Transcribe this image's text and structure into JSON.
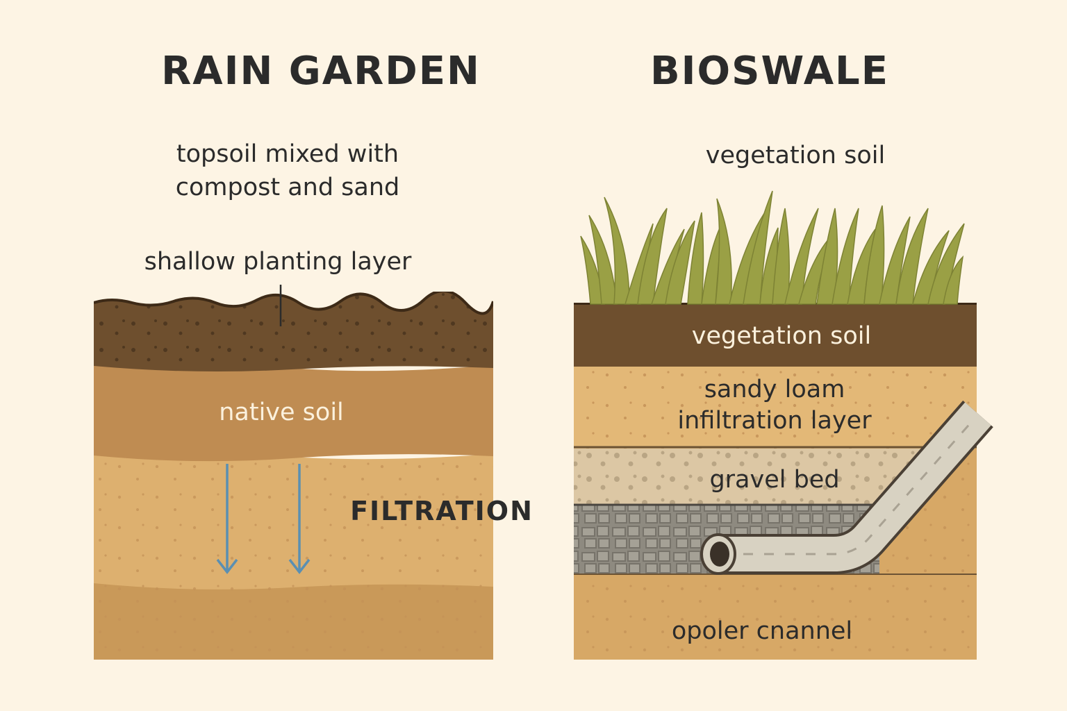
{
  "rain_garden": {
    "title": "RAIN GARDEN",
    "topsoil_label_line1": "topsoil mixed with",
    "topsoil_label_line2": "compost and sand",
    "planting_layer_label": "shallow planting layer",
    "native_soil_label": "native soil",
    "filtration_label": "FILTRATION"
  },
  "bioswale": {
    "title": "BIOSWALE",
    "top_label": "vegetation soil",
    "vegetation_soil_label": "vegetation soil",
    "sandy_loam_line1": "sandy loam",
    "sandy_loam_line2": "infiltration layer",
    "gravel_bed_label": "gravel bed",
    "channel_label": "opoler cnannel"
  },
  "colors": {
    "background": "#fdf4e4",
    "dark_soil": "#6e4f2e",
    "native_soil": "#bf8c52",
    "light_soil": "#ddb06f",
    "bottom_soil": "#c99959",
    "sandy_loam": "#e3b877",
    "gravel_bed": "#dcc7a4",
    "stone_layer": "#8e8a80",
    "pipe": "#d8d2c2",
    "grass": "#9aa045",
    "arrow": "#5a8fb2"
  }
}
